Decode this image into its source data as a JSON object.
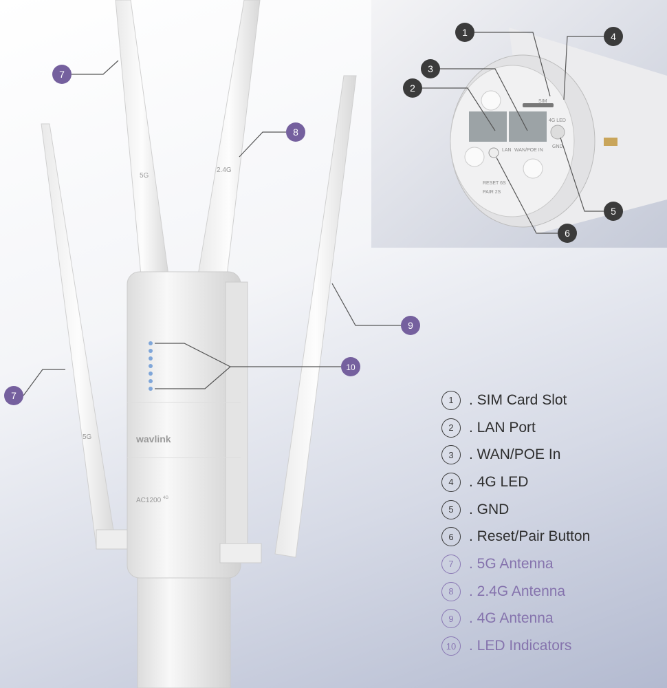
{
  "colors": {
    "callout_dark": "#3b3b3b",
    "callout_purple": "#75609e",
    "legend_purple": "#8573ad"
  },
  "device": {
    "antenna_top_left_label": "5G",
    "antenna_top_right_label": "2.4G",
    "antenna_left_label": "5G",
    "brand": "wavlink",
    "model": "AC1200",
    "model_suffix": "4G"
  },
  "inset": {
    "sim": "SIM",
    "led_4g": "4G LED",
    "gnd": "GND",
    "lan": "LAN",
    "wan": "WAN/POE IN",
    "reset": "RESET 6S",
    "pair": "PAIR 2S"
  },
  "callouts": {
    "c1": "1",
    "c2": "2",
    "c3": "3",
    "c4": "4",
    "c5": "5",
    "c6": "6",
    "c7a": "7",
    "c7b": "7",
    "c8": "8",
    "c9": "9",
    "c10": "10"
  },
  "legend": [
    {
      "num": "1",
      "text": ". SIM Card Slot"
    },
    {
      "num": "2",
      "text": ". LAN Port"
    },
    {
      "num": "3",
      "text": ". WAN/POE In"
    },
    {
      "num": "4",
      "text": ". 4G LED"
    },
    {
      "num": "5",
      "text": ". GND"
    },
    {
      "num": "6",
      "text": ". Reset/Pair Button"
    },
    {
      "num": "7",
      "text": ". 5G Antenna"
    },
    {
      "num": "8",
      "text": ". 2.4G Antenna"
    },
    {
      "num": "9",
      "text": ". 4G Antenna"
    },
    {
      "num": "10",
      "text": ". LED Indicators"
    }
  ]
}
